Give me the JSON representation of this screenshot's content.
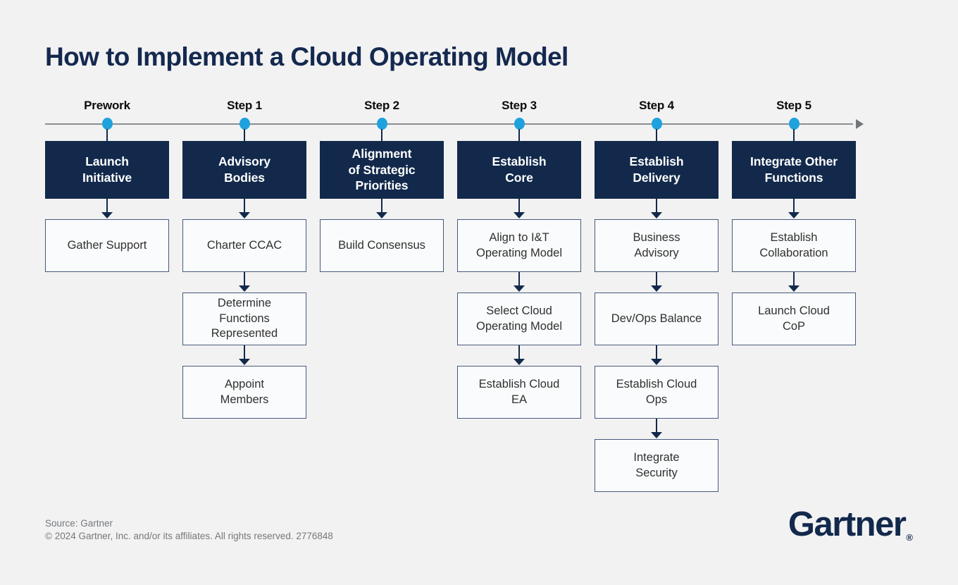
{
  "title": "How to Implement a Cloud Operating Model",
  "columns": [
    {
      "label": "Prework",
      "header": "Launch\nInitiative",
      "steps": [
        "Gather Support"
      ]
    },
    {
      "label": "Step 1",
      "header": "Advisory\nBodies",
      "steps": [
        "Charter CCAC",
        "Determine\nFunctions\nRepresented",
        "Appoint\nMembers"
      ]
    },
    {
      "label": "Step 2",
      "header": "Alignment\nof Strategic\nPriorities",
      "steps": [
        "Build Consensus"
      ]
    },
    {
      "label": "Step 3",
      "header": "Establish\nCore",
      "steps": [
        "Align to I&T\nOperating Model",
        "Select Cloud\nOperating Model",
        "Establish Cloud\nEA"
      ]
    },
    {
      "label": "Step 4",
      "header": "Establish\nDelivery",
      "steps": [
        "Business\nAdvisory",
        "Dev/Ops Balance",
        "Establish Cloud\nOps",
        "Integrate\nSecurity"
      ]
    },
    {
      "label": "Step 5",
      "header": "Integrate Other\nFunctions",
      "steps": [
        "Establish\nCollaboration",
        "Launch Cloud\nCoP"
      ]
    }
  ],
  "footer": {
    "source": "Source: Gartner",
    "copyright": "© 2024 Gartner, Inc. and/or its affiliates. All rights reserved. 2776848",
    "logo": "Gartner",
    "logo_registered": "®"
  },
  "colors": {
    "page_background": "#F2F2F3",
    "navy": "#12294B",
    "accent_blue": "#1EA2DD",
    "step_box_background": "#FAFBFC",
    "step_box_border": "#46597B",
    "axis_gray": "#8A8D90",
    "footer_text": "#75787B"
  }
}
